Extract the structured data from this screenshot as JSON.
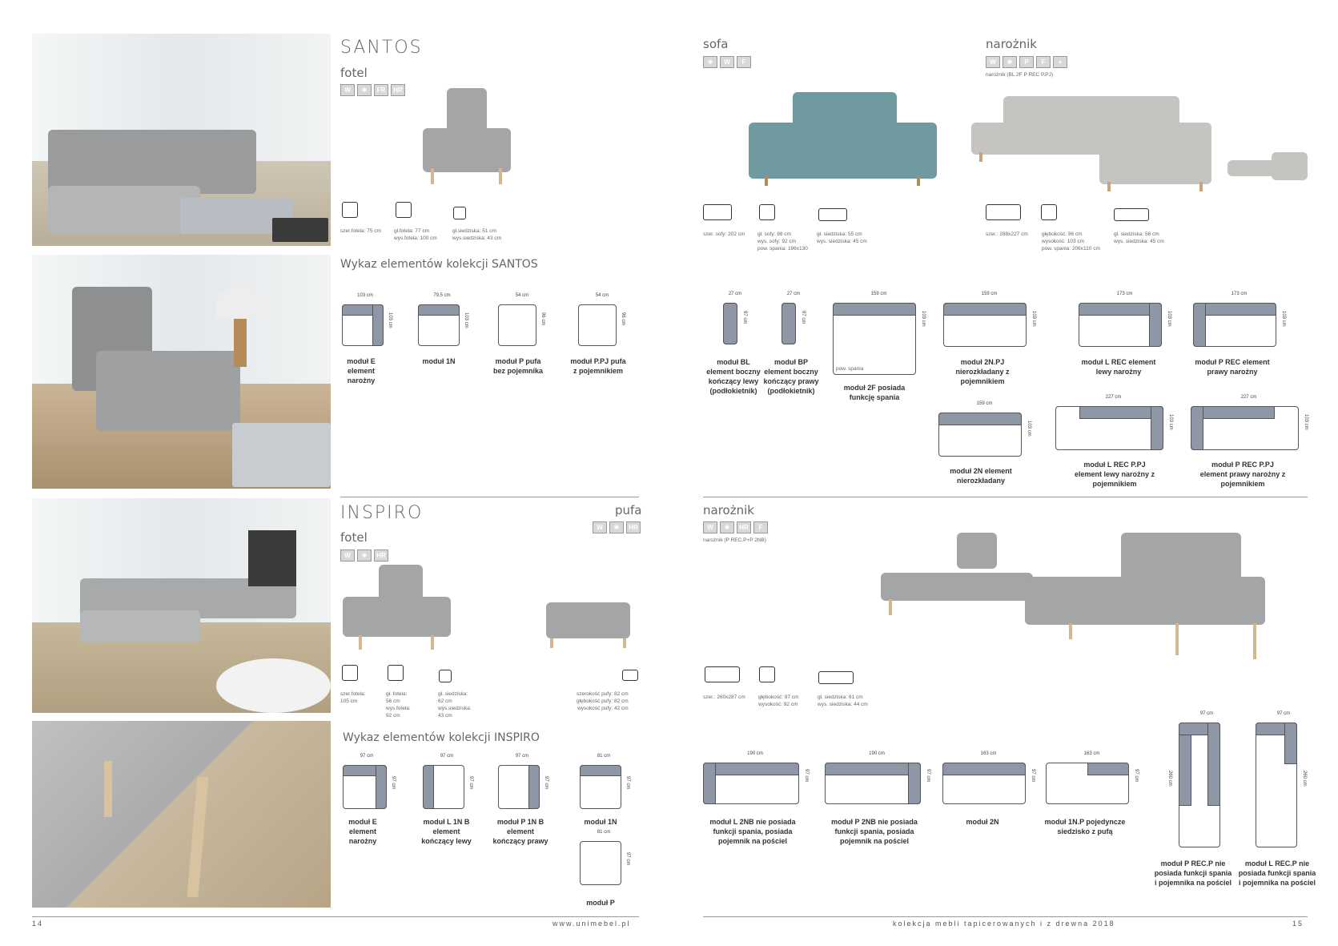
{
  "left": {
    "santos": {
      "title": "SANTOS",
      "fotel_label": "fotel",
      "fabric_icons": [
        "W",
        "✱",
        "FR",
        "HR"
      ],
      "dims": {
        "d1": "szer.fotela: 75 cm",
        "d2a": "gł.fotela: 77 cm",
        "d2b": "wys.fotela: 100 cm",
        "d3a": "gł.siedziska: 51 cm",
        "d3b": "wys.siedziska: 43 cm"
      },
      "list_title": "Wykaz elementów kolekcji SANTOS",
      "modules": [
        {
          "dim_w": "103 cm",
          "dim_h": "103 cm",
          "label": "moduł E element narożny"
        },
        {
          "dim_w": "79,5 cm",
          "dim_h": "103 cm",
          "label": "moduł 1N"
        },
        {
          "dim_w": "54 cm",
          "dim_h": "96 cm",
          "label": "moduł P pufa bez pojemnika"
        },
        {
          "dim_w": "54 cm",
          "dim_h": "96 cm",
          "label": "moduł P.PJ pufa z pojemnikiem"
        }
      ]
    },
    "inspiro": {
      "title": "INSPIRO",
      "fotel_label": "fotel",
      "pufa_label": "pufa",
      "fabric_icons": [
        "W",
        "✱",
        "HR"
      ],
      "pufa_icons": [
        "W",
        "✱",
        "HR"
      ],
      "dims": {
        "d1a": "szer.fotela:",
        "d1b": "105 cm",
        "d2a": "gł. fotela:",
        "d2b": "56 cm",
        "d2c": "wys.fotela:",
        "d2d": "92 cm",
        "d3a": "gł. siedziska:",
        "d3b": "62 cm",
        "d3c": "wys.siedziska:",
        "d3d": "43 cm",
        "p1": "szerokość pufy: 82 cm",
        "p2": "głębokość pufy: 82 cm",
        "p3": "wysokość pufy: 42 cm"
      },
      "list_title": "Wykaz elementów kolekcji INSPIRO",
      "modules": [
        {
          "dim_w": "97 cm",
          "dim_h": "97 cm",
          "label": "moduł E element narożny"
        },
        {
          "dim_w": "97 cm",
          "dim_h": "97 cm",
          "label": "moduł L 1N B element kończący lewy"
        },
        {
          "dim_w": "97 cm",
          "dim_h": "97 cm",
          "label": "moduł P 1N B element kończący prawy"
        },
        {
          "dim_w": "81 cm",
          "dim_h": "97 cm",
          "label": "moduł 1N"
        },
        {
          "dim_w": "81 cm",
          "dim_h": "97 cm",
          "label": "moduł P"
        }
      ]
    },
    "footer_page": "14",
    "footer_url": "www.unimebel.pl"
  },
  "right": {
    "sofa_label": "sofa",
    "sofa_icons": [
      "✱",
      "W",
      "F"
    ],
    "naroznik_label": "narożnik",
    "naroznik_icons": [
      "W",
      "✱",
      "P",
      "F",
      "+"
    ],
    "naroznik_code": "narożnik (BL 2F P REC P.PJ)",
    "sofa_dims": {
      "a": "szer. sofy: 202 cm",
      "b1": "gł. sofy: 98 cm",
      "b2": "wys. sofy: 92 cm",
      "b3": "pow. spania: 196x130",
      "c1": "gł. siedziska: 55 cm",
      "c2": "wys. siedziska: 45 cm"
    },
    "nar_dims": {
      "a": "szer.: 288x227 cm",
      "b1": "głębokość: 96 cm",
      "b2": "wysokość: 103 cm",
      "b3": "pow. spania: 206x110 cm",
      "c1": "gł. siedziska: 56 cm",
      "c2": "wys. siedziska: 45 cm"
    },
    "santos_modules": [
      {
        "dim_w": "27 cm",
        "dim_h": "97 cm",
        "label": "moduł BL element boczny kończący lewy (podłokietnik)"
      },
      {
        "dim_w": "27 cm",
        "dim_h": "97 cm",
        "label": "moduł BP element boczny kończący prawy (podłokietnik)"
      },
      {
        "dim_w": "159 cm",
        "dim_h": "103 cm",
        "label": "moduł 2F posiada funkcję spania",
        "note": "pow. spania"
      },
      {
        "dim_w": "159 cm",
        "dim_h": "103 cm",
        "label": "moduł 2N.PJ nierozkładany z pojemnikiem"
      },
      {
        "dim_w": "173 cm",
        "dim_h": "103 cm",
        "label": "moduł L REC element lewy narożny"
      },
      {
        "dim_w": "173 cm",
        "dim_h": "103 cm",
        "label": "moduł P REC element prawy narożny"
      },
      {
        "dim_w": "159 cm",
        "dim_h": "103 cm",
        "label": "moduł 2N element nierozkładany"
      },
      {
        "dim_w": "227 cm",
        "dim_h": "103 cm",
        "label": "moduł L REC P.PJ element lewy narożny z pojemnikiem"
      },
      {
        "dim_w": "227 cm",
        "dim_h": "103 cm",
        "label": "moduł P REC P.PJ element prawy narożny z pojemnikiem"
      }
    ],
    "inspiro_naroznik_label": "narożnik",
    "inspiro_icons": [
      "W",
      "✱",
      "HR",
      "F"
    ],
    "inspiro_code": "narożnik (P REC.P+P 2NB)",
    "inspiro_dims": {
      "a": "szer.: 260x287 cm",
      "b1": "głębokość: 97 cm",
      "b2": "wysokość: 92 cm",
      "c1": "gł. siedziska: 61 cm",
      "c2": "wys. siedziska: 44 cm"
    },
    "inspiro_modules": [
      {
        "dim_w": "190 cm",
        "dim_h": "97 cm",
        "label": "moduł L 2NB nie posiada funkcji spania, posiada pojemnik na pościel"
      },
      {
        "dim_w": "190 cm",
        "dim_h": "97 cm",
        "label": "moduł P 2NB nie posiada funkcji spania, posiada pojemnik na pościel"
      },
      {
        "dim_w": "163 cm",
        "dim_h": "97 cm",
        "label": "moduł 2N"
      },
      {
        "dim_w": "163 cm",
        "dim_h": "97 cm",
        "label": "moduł 1N.P pojedyncze siedzisko z pufą"
      },
      {
        "dim_w": "97 cm",
        "dim_h": "260 cm",
        "label": "moduł P REC.P nie posiada funkcji spania i pojemnika na pościel"
      },
      {
        "dim_w": "97 cm",
        "dim_h": "260 cm",
        "label": "moduł L REC.P nie posiada funkcji spania i pojemnika na pościel"
      }
    ],
    "footer_text": "kolekcja mebli tapicerowanych i z drewna 2018",
    "footer_page": "15"
  }
}
